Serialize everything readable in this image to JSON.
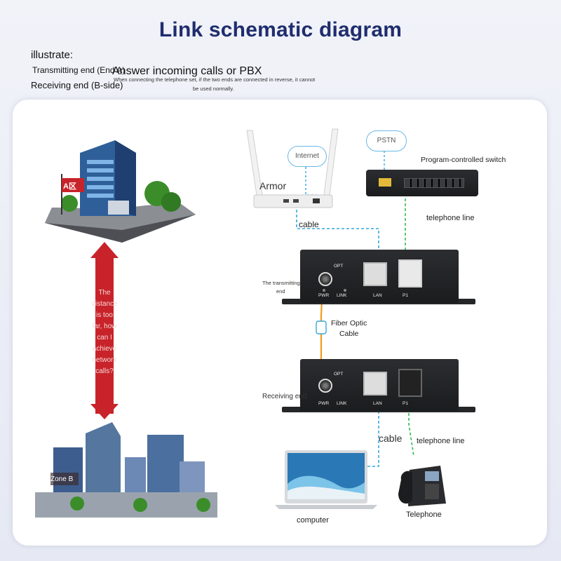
{
  "title": "Link schematic diagram",
  "illustrate": {
    "heading": "illustrate:",
    "end_a": "Transmitting end (End A)",
    "answer": "Answer incoming calls or PBX",
    "note_line1": "When connecting the telephone set, if the two ends are connected in reverse, it cannot",
    "note_line2": "be used normally.",
    "end_b": "Receiving end (B-side)"
  },
  "zones": {
    "zone_a_sign": "A区",
    "zone_b": "Zone B"
  },
  "distance_question": [
    "The",
    "distance",
    "is too",
    "far, how",
    "can I",
    "achieve",
    "network",
    "calls?"
  ],
  "clouds": {
    "internet": "Internet",
    "pstn": "PSTN"
  },
  "labels": {
    "armor": "Armor",
    "program_switch": "Program-controlled switch",
    "cable_top": "cable",
    "telephone_line_top": "telephone line",
    "transmitting_end": [
      "The transmitting",
      "end"
    ],
    "fiber_optic": [
      "Fiber Optic",
      "Cable"
    ],
    "receiving_end": "Receiving end",
    "cable_bottom": "cable",
    "telephone_line_bottom": "telephone line",
    "computer": "computer",
    "telephone": "Telephone"
  },
  "device_ports": {
    "opt": "OPT",
    "pwr": "PWR",
    "link": "LINK",
    "lan": "LAN",
    "p1": "P1"
  },
  "colors": {
    "title": "#1f2d6e",
    "fiber": "#f39a1e",
    "ethernet_link": "#37a7dc",
    "phone_link": "#34b94f",
    "distance_arrow": "#c8232a"
  }
}
